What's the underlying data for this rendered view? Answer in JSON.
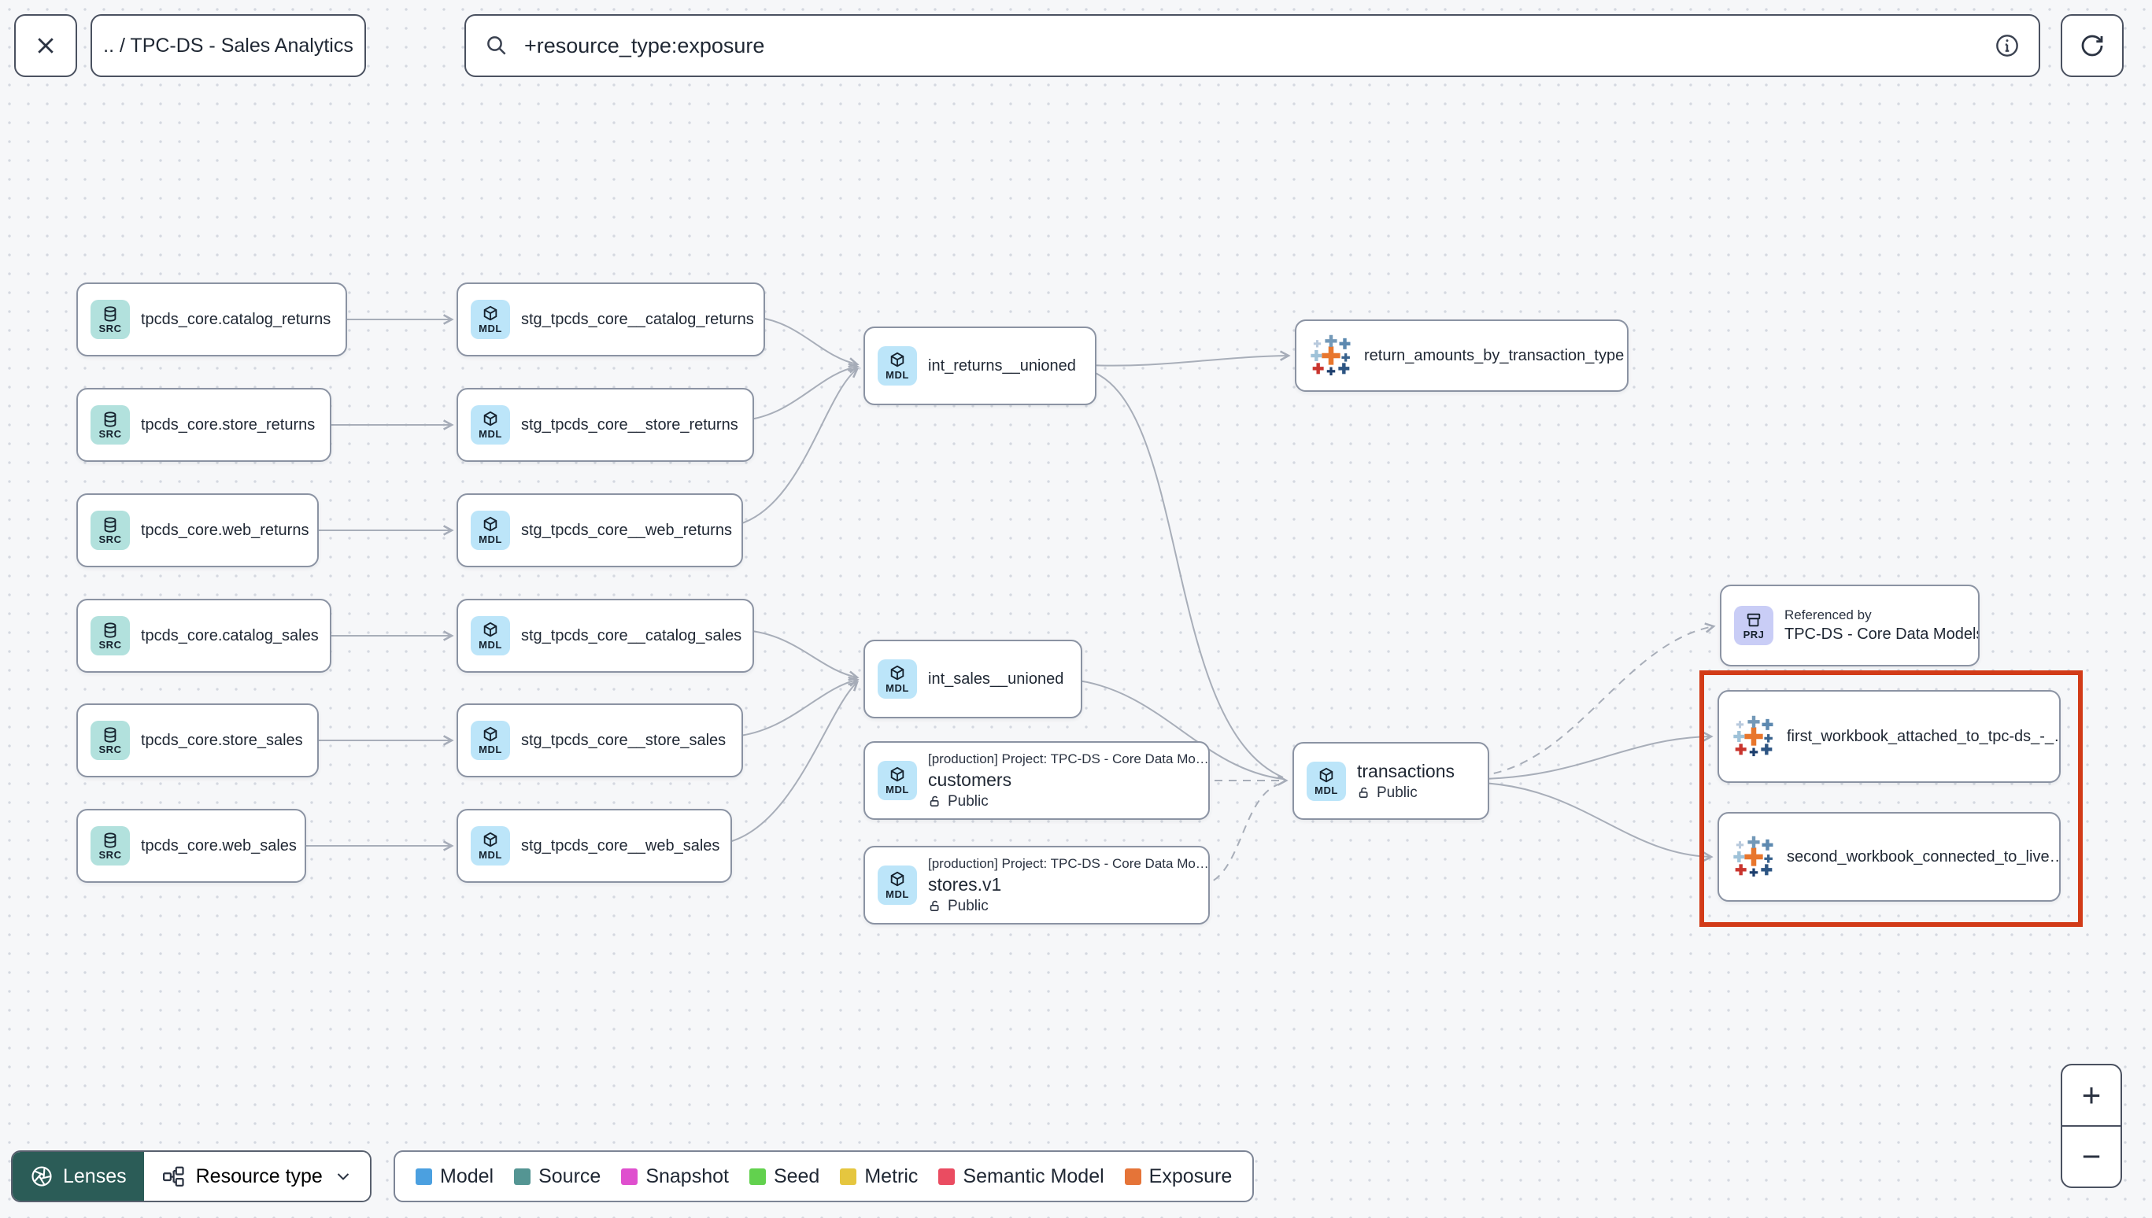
{
  "header": {
    "breadcrumb": ".. / TPC-DS - Sales Analytics",
    "search_value": "+resource_type:exposure"
  },
  "badges": {
    "source": "SRC",
    "model": "MDL",
    "project": "PRJ"
  },
  "graph": {
    "highlight_color": "#d23b18",
    "nodes": {
      "src_catalog_returns": {
        "type": "source",
        "label": "tpcds_core.catalog_returns"
      },
      "src_store_returns": {
        "type": "source",
        "label": "tpcds_core.store_returns"
      },
      "src_web_returns": {
        "type": "source",
        "label": "tpcds_core.web_returns"
      },
      "src_catalog_sales": {
        "type": "source",
        "label": "tpcds_core.catalog_sales"
      },
      "src_store_sales": {
        "type": "source",
        "label": "tpcds_core.store_sales"
      },
      "src_web_sales": {
        "type": "source",
        "label": "tpcds_core.web_sales"
      },
      "stg_catalog_returns": {
        "type": "model",
        "label": "stg_tpcds_core__catalog_returns"
      },
      "stg_store_returns": {
        "type": "model",
        "label": "stg_tpcds_core__store_returns"
      },
      "stg_web_returns": {
        "type": "model",
        "label": "stg_tpcds_core__web_returns"
      },
      "stg_catalog_sales": {
        "type": "model",
        "label": "stg_tpcds_core__catalog_sales"
      },
      "stg_store_sales": {
        "type": "model",
        "label": "stg_tpcds_core__store_sales"
      },
      "stg_web_sales": {
        "type": "model",
        "label": "stg_tpcds_core__web_sales"
      },
      "int_returns_unioned": {
        "type": "model",
        "label": "int_returns__unioned"
      },
      "int_sales_unioned": {
        "type": "model",
        "label": "int_sales__unioned"
      },
      "return_amounts_by_transaction_type": {
        "type": "exposure",
        "label": "return_amounts_by_transaction_type"
      },
      "customers": {
        "type": "model",
        "project_line": "[production] Project: TPC-DS - Core Data Mo…",
        "label": "customers",
        "access": "Public"
      },
      "stores_v1": {
        "type": "model",
        "project_line": "[production] Project: TPC-DS - Core Data Mo…",
        "label": "stores.v1",
        "access": "Public"
      },
      "transactions": {
        "type": "model",
        "label": "transactions",
        "access": "Public"
      },
      "referenced_by_project": {
        "type": "project",
        "title": "Referenced by",
        "label": "TPC-DS - Core Data Models"
      },
      "first_workbook": {
        "type": "exposure",
        "label": "first_workbook_attached_to_tpc-ds_-_…"
      },
      "second_workbook": {
        "type": "exposure",
        "label": "second_workbook_connected_to_live…"
      }
    },
    "edges": [
      {
        "from": "src_catalog_returns",
        "to": "stg_catalog_returns",
        "style": "solid"
      },
      {
        "from": "src_store_returns",
        "to": "stg_store_returns",
        "style": "solid"
      },
      {
        "from": "src_web_returns",
        "to": "stg_web_returns",
        "style": "solid"
      },
      {
        "from": "src_catalog_sales",
        "to": "stg_catalog_sales",
        "style": "solid"
      },
      {
        "from": "src_store_sales",
        "to": "stg_store_sales",
        "style": "solid"
      },
      {
        "from": "src_web_sales",
        "to": "stg_web_sales",
        "style": "solid"
      },
      {
        "from": "stg_catalog_returns",
        "to": "int_returns_unioned",
        "style": "solid"
      },
      {
        "from": "stg_store_returns",
        "to": "int_returns_unioned",
        "style": "solid"
      },
      {
        "from": "stg_web_returns",
        "to": "int_returns_unioned",
        "style": "solid"
      },
      {
        "from": "stg_catalog_sales",
        "to": "int_sales_unioned",
        "style": "solid"
      },
      {
        "from": "stg_store_sales",
        "to": "int_sales_unioned",
        "style": "solid"
      },
      {
        "from": "stg_web_sales",
        "to": "int_sales_unioned",
        "style": "solid"
      },
      {
        "from": "int_returns_unioned",
        "to": "return_amounts_by_transaction_type",
        "style": "solid"
      },
      {
        "from": "int_returns_unioned",
        "to": "transactions",
        "style": "solid"
      },
      {
        "from": "int_sales_unioned",
        "to": "transactions",
        "style": "solid"
      },
      {
        "from": "customers",
        "to": "transactions",
        "style": "dashed"
      },
      {
        "from": "stores_v1",
        "to": "transactions",
        "style": "dashed"
      },
      {
        "from": "transactions",
        "to": "referenced_by_project",
        "style": "dashed"
      },
      {
        "from": "transactions",
        "to": "first_workbook",
        "style": "solid"
      },
      {
        "from": "transactions",
        "to": "second_workbook",
        "style": "solid"
      }
    ]
  },
  "footer": {
    "lenses_label": "Lenses",
    "resource_type_label": "Resource type",
    "legend": [
      {
        "label": "Model",
        "color": "#4ba0e0"
      },
      {
        "label": "Source",
        "color": "#549593"
      },
      {
        "label": "Snapshot",
        "color": "#df4fce"
      },
      {
        "label": "Seed",
        "color": "#62d14e"
      },
      {
        "label": "Metric",
        "color": "#e5c63f"
      },
      {
        "label": "Semantic Model",
        "color": "#ea4c61"
      },
      {
        "label": "Exposure",
        "color": "#e57438"
      }
    ]
  },
  "zoom_controls": {
    "zoom_in": "+",
    "zoom_out": "−"
  }
}
